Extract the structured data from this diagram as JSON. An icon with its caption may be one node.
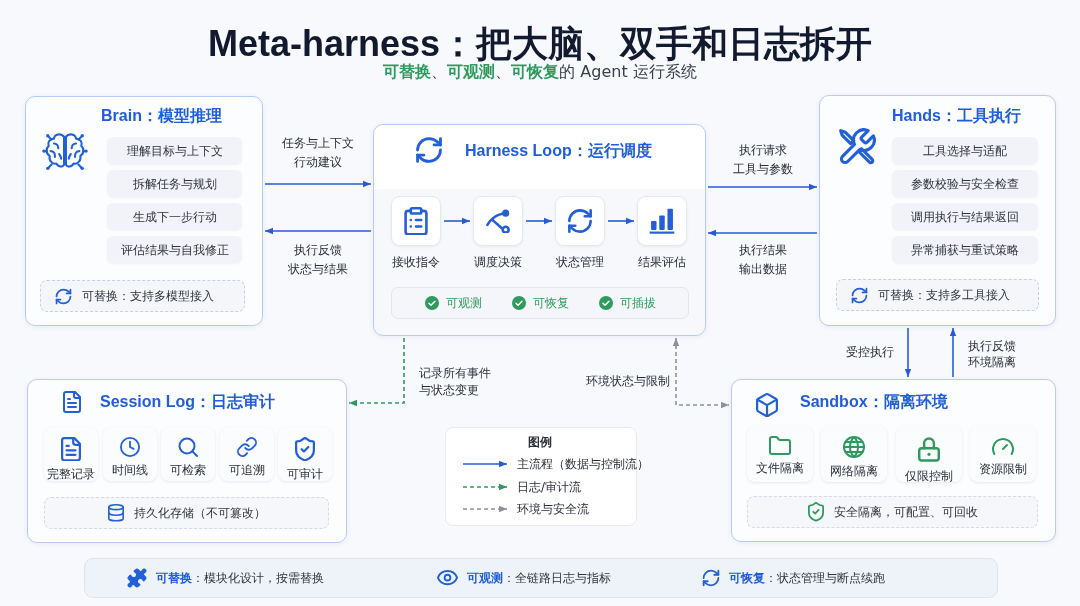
{
  "diagram": {
    "title": "Meta-harness：把大脑、双手和日志拆开",
    "nodes": [
      {
        "text": [
          "Brain：模型推理"
        ]
      },
      {
        "text": [
          "理解目标与上下文"
        ],
        "in": 0
      },
      {
        "text": [
          "拆解任务与规划"
        ],
        "in": 0
      },
      {
        "text": [
          "生成下一步行动"
        ],
        "in": 0
      },
      {
        "text": [
          "评估结果与自我修正"
        ],
        "in": 0
      },
      {
        "text": [
          "可替换：支持多模型接入"
        ],
        "in": 0
      },
      {
        "text": [
          "Harness Loop：运行调度"
        ]
      },
      {
        "text": [
          "接收指令"
        ],
        "in": 6
      },
      {
        "text": [
          "调度决策"
        ],
        "in": 6
      },
      {
        "text": [
          "状态管理"
        ],
        "in": 6
      },
      {
        "text": [
          "结果评估"
        ],
        "in": 6
      },
      {
        "text": [
          "可观测",
          "可恢复",
          "可插拔"
        ],
        "in": 6
      },
      {
        "text": [
          "Hands：工具执行"
        ]
      },
      {
        "text": [
          "工具选择与适配"
        ],
        "in": 12
      },
      {
        "text": [
          "参数校验与安全检查"
        ],
        "in": 12
      },
      {
        "text": [
          "调用执行与结果返回"
        ],
        "in": 12
      },
      {
        "text": [
          "异常捕获与重试策略"
        ],
        "in": 12
      },
      {
        "text": [
          "可替换：支持多工具接入"
        ],
        "in": 12
      },
      {
        "text": [
          "Session Log：日志审计"
        ]
      },
      {
        "text": [
          "完整记录"
        ],
        "in": 18
      },
      {
        "text": [
          "时间线"
        ],
        "in": 18
      },
      {
        "text": [
          "可检索"
        ],
        "in": 18
      },
      {
        "text": [
          "可追溯"
        ],
        "in": 18
      },
      {
        "text": [
          "可审计"
        ],
        "in": 18
      },
      {
        "text": [
          "持久化存储（不可篡改）"
        ],
        "in": 18
      },
      {
        "text": [
          "Sandbox：隔离环境"
        ]
      },
      {
        "text": [
          "文件隔离"
        ],
        "in": 25
      },
      {
        "text": [
          "网络隔离"
        ],
        "in": 25
      },
      {
        "text": [
          "仅限控制"
        ],
        "in": 25
      },
      {
        "text": [
          "资源限制"
        ],
        "in": 25
      },
      {
        "text": [
          "安全隔离，可配置、可回收"
        ],
        "in": 25
      },
      {
        "text": [
          "**可替换**：模块化设计，按需替换",
          "**可观测**：全链路日志与指标",
          "**可恢复**：状态管理与断点续跑"
        ]
      }
    ],
    "edges": [
      {
        "from": 0,
        "to": 6,
        "arrow": "to",
        "label": "任务与上下文行动建议"
      },
      {
        "from": 6,
        "to": 0,
        "arrow": "to",
        "label": "执行反馈状态与结果"
      },
      {
        "from": 6,
        "to": 12,
        "arrow": "to",
        "label": "执行请求工具与参数"
      },
      {
        "from": 12,
        "to": 6,
        "arrow": "to",
        "label": "执行结果输出数据"
      },
      {
        "from": 7,
        "to": 8,
        "arrow": "to"
      },
      {
        "from": 8,
        "to": 9,
        "arrow": "to"
      },
      {
        "from": 9,
        "to": 10,
        "arrow": "to"
      },
      {
        "from": 12,
        "to": 25,
        "arrow": "to",
        "label": "受控执行"
      },
      {
        "from": 25,
        "to": 12,
        "arrow": "to",
        "label": "执行反馈环境隔离"
      },
      {
        "from": 6,
        "to": 18,
        "arrow": "to",
        "label": "记录所有事件与状态变更",
        "style": "dashed",
        "color": "#2f9a5e"
      },
      {
        "from": 6,
        "to": 25,
        "arrow": "both",
        "label": "环境状态与限制",
        "style": "dashed",
        "color": "#8c919c"
      }
    ],
    "labels": [
      "**可替换**、**可观测**、**可恢复**的 Agent 运行系统",
      "图例"
    ],
    "legend": [
      {
        "text": "主流程（数据与控制流）"
      },
      {
        "text": "日志/审计流"
      },
      {
        "text": "环境与安全流"
      }
    ]
  }
}
